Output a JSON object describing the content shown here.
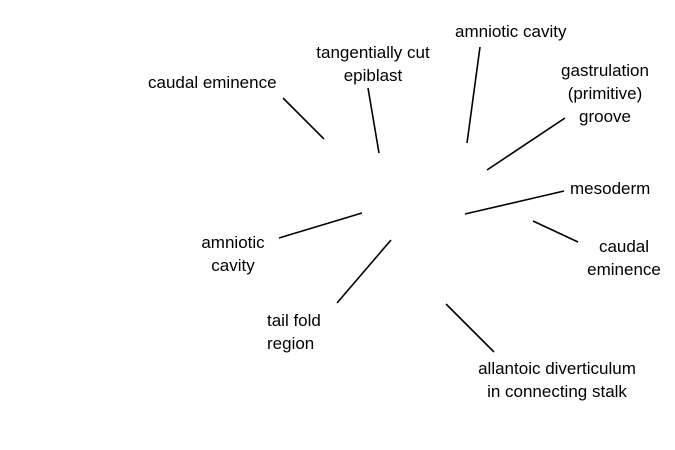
{
  "diagram": {
    "line_color": "#000000",
    "labels": {
      "caudal_eminence_left": [
        "caudal eminence"
      ],
      "tangentially_cut_epiblast": [
        "tangentially cut",
        "epiblast"
      ],
      "amniotic_cavity_top": [
        "amniotic cavity"
      ],
      "gastrulation_groove": [
        "gastrulation",
        "(primitive)",
        "groove"
      ],
      "mesoderm": [
        "mesoderm"
      ],
      "caudal_eminence_right": [
        "caudal",
        "eminence"
      ],
      "amniotic_cavity_left": [
        "amniotic",
        "cavity"
      ],
      "tail_fold_region": [
        "tail fold",
        "region"
      ],
      "allantoic_diverticulum": [
        "allantoic diverticulum",
        "in connecting stalk"
      ]
    }
  }
}
